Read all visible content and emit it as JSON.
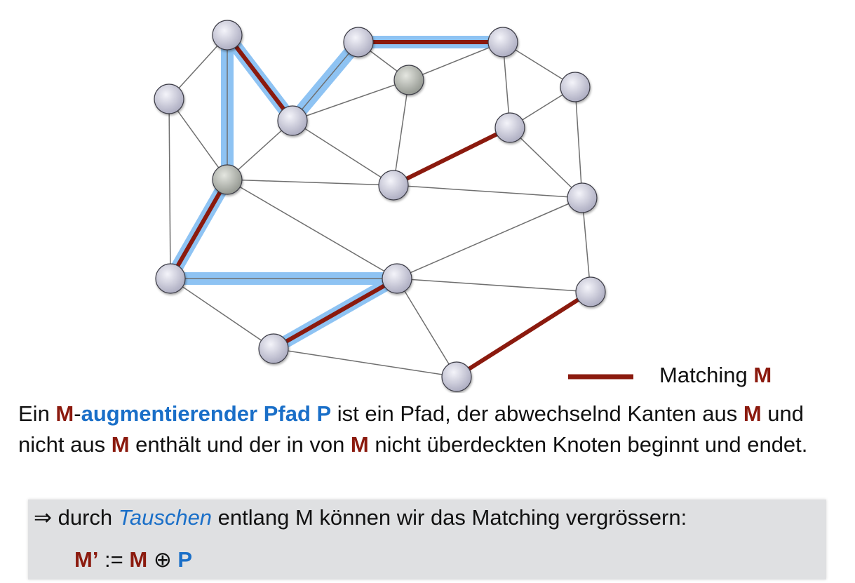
{
  "colors": {
    "matching": "#8b1a0e",
    "path": "#1a6fc8",
    "path_highlight": "#8ec3f3"
  },
  "graph": {
    "nodes": [
      {
        "id": "A",
        "shade": "light"
      },
      {
        "id": "B",
        "shade": "light"
      },
      {
        "id": "C",
        "shade": "light"
      },
      {
        "id": "D",
        "shade": "light"
      },
      {
        "id": "E",
        "shade": "gray"
      },
      {
        "id": "F",
        "shade": "light"
      },
      {
        "id": "G",
        "shade": "light"
      },
      {
        "id": "H",
        "shade": "light"
      },
      {
        "id": "I",
        "shade": "gray"
      },
      {
        "id": "J",
        "shade": "light"
      },
      {
        "id": "K",
        "shade": "light"
      },
      {
        "id": "L",
        "shade": "light"
      },
      {
        "id": "M",
        "shade": "light"
      },
      {
        "id": "N",
        "shade": "light"
      },
      {
        "id": "O",
        "shade": "light"
      },
      {
        "id": "P",
        "shade": "light"
      }
    ],
    "edges": [
      [
        "A",
        "B"
      ],
      [
        "A",
        "C"
      ],
      [
        "A",
        "I"
      ],
      [
        "B",
        "I"
      ],
      [
        "B",
        "L"
      ],
      [
        "C",
        "D"
      ],
      [
        "C",
        "E"
      ],
      [
        "C",
        "I"
      ],
      [
        "C",
        "J"
      ],
      [
        "D",
        "E"
      ],
      [
        "D",
        "F"
      ],
      [
        "E",
        "F"
      ],
      [
        "E",
        "J"
      ],
      [
        "F",
        "H"
      ],
      [
        "F",
        "G"
      ],
      [
        "G",
        "H"
      ],
      [
        "G",
        "K"
      ],
      [
        "H",
        "J"
      ],
      [
        "H",
        "K"
      ],
      [
        "I",
        "J"
      ],
      [
        "I",
        "L"
      ],
      [
        "I",
        "M"
      ],
      [
        "J",
        "K"
      ],
      [
        "L",
        "M"
      ],
      [
        "M",
        "K"
      ],
      [
        "M",
        "N"
      ],
      [
        "M",
        "O"
      ],
      [
        "M",
        "P"
      ],
      [
        "N",
        "K"
      ],
      [
        "N",
        "P"
      ],
      [
        "O",
        "P"
      ],
      [
        "L",
        "O"
      ]
    ],
    "matching": [
      [
        "A",
        "C"
      ],
      [
        "D",
        "F"
      ],
      [
        "H",
        "J"
      ],
      [
        "I",
        "L"
      ],
      [
        "M",
        "O"
      ],
      [
        "N",
        "P"
      ]
    ],
    "augmenting_path": [
      "F",
      "D",
      "C",
      "A",
      "I",
      "L",
      "M",
      "O"
    ]
  },
  "legend": {
    "label": "Matching ",
    "symbol": "M"
  },
  "definition": {
    "t1": "Ein ",
    "m1": "M",
    "t2": "-",
    "term": "augmentierender Pfad P",
    "t3": " ist ein Pfad, der abwechselnd Kanten aus ",
    "m2": "M",
    "t4": " und nicht aus ",
    "m3": "M",
    "t5": " enthält und der in von ",
    "m4": "M",
    "t6": " nicht überdeckten Knoten beginnt und endet."
  },
  "conclusion": {
    "t1": "⇒ durch ",
    "swap": "Tauschen",
    "t2": " entlang M können wir das Matching vergrössern:",
    "mprime": "M’",
    "assign": " := ",
    "m": "M",
    "oplus": " ⊕ ",
    "p": "P"
  }
}
